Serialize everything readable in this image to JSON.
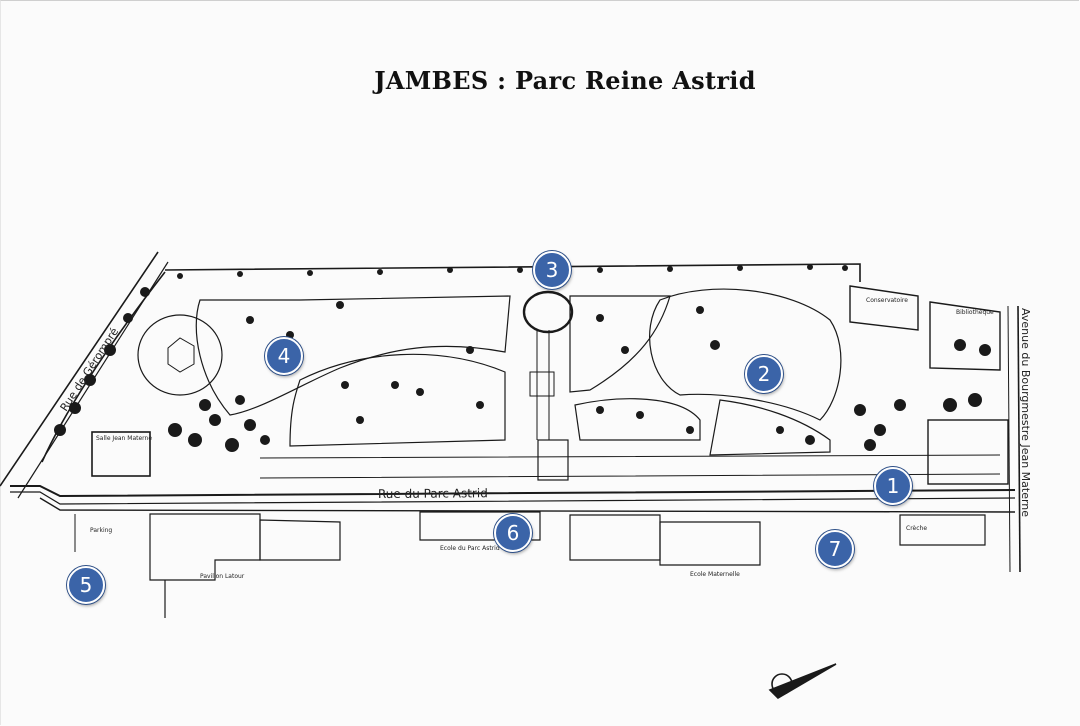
{
  "map": {
    "title": "JAMBES : Parc Reine Astrid",
    "streets": {
      "rue_gerompre": "Rue de Gérompré",
      "rue_parc_astrid": "Rue du Parc Astrid",
      "avenue_bourgmestre": "Avenue du Bourgmestre Jean Materne"
    },
    "buildings": {
      "conservatoire": "Conservatoire",
      "bibliotheque": "Bibliothèque",
      "salle": "Salle Jean Materne",
      "parking": "Parking",
      "ecole_parc": "Ecole du Parc Astrid",
      "ecole_maternelle": "Ecole Maternelle",
      "pavillon": "Pavillon Latour",
      "creche": "Crèche"
    },
    "markers": [
      {
        "label": "1"
      },
      {
        "label": "2"
      },
      {
        "label": "3"
      },
      {
        "label": "4"
      },
      {
        "label": "5"
      },
      {
        "label": "6"
      },
      {
        "label": "7"
      }
    ],
    "colors": {
      "marker": "#3b64a8",
      "ink": "#1a1a1a"
    }
  }
}
